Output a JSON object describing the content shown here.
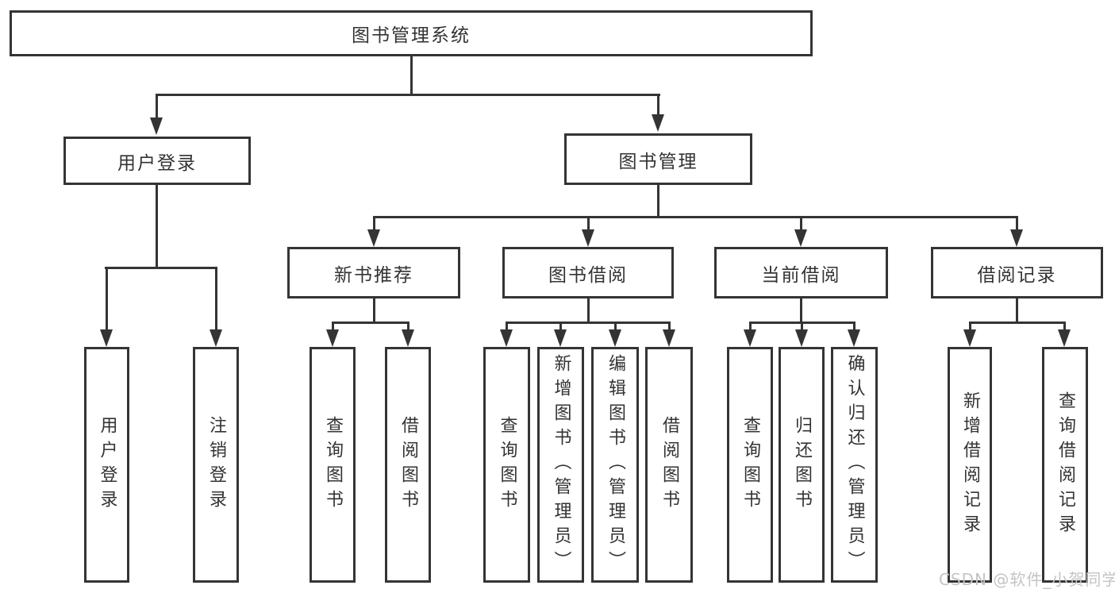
{
  "diagram": {
    "root": {
      "label": "图书管理系统"
    },
    "level2": {
      "user_login": {
        "label": "用户登录"
      },
      "book_management": {
        "label": "图书管理"
      }
    },
    "level3": {
      "new_book_recommend": {
        "label": "新书推荐"
      },
      "book_borrowing": {
        "label": "图书借阅"
      },
      "current_borrowing": {
        "label": "当前借阅"
      },
      "borrowing_records": {
        "label": "借阅记录"
      }
    },
    "leaves": {
      "login": {
        "label": "用户登录"
      },
      "logout": {
        "label": "注销登录"
      },
      "rec_query_books": {
        "label": "查询图书"
      },
      "rec_borrow_books": {
        "label": "借阅图书"
      },
      "bor_query_books": {
        "label": "查询图书"
      },
      "bor_add_books_admin": {
        "label": "新增图书（管理员）"
      },
      "bor_edit_books_admin": {
        "label": "编辑图书（管理员）"
      },
      "bor_borrow_books": {
        "label": "借阅图书"
      },
      "cur_query_books": {
        "label": "查询图书"
      },
      "cur_return_books": {
        "label": "归还图书"
      },
      "cur_confirm_return_admin": {
        "label": "确认归还（管理员）"
      },
      "records_add_record": {
        "label": "新增借阅记录"
      },
      "records_query_record": {
        "label": "查询借阅记录"
      }
    },
    "watermark": {
      "text": "CSDN @软件_小贺同学",
      "color": "#c4c4c4"
    },
    "colors": {
      "line": "#343434",
      "node_border": "#343434",
      "node_bg": "#ffffff",
      "text": "#333333"
    }
  }
}
